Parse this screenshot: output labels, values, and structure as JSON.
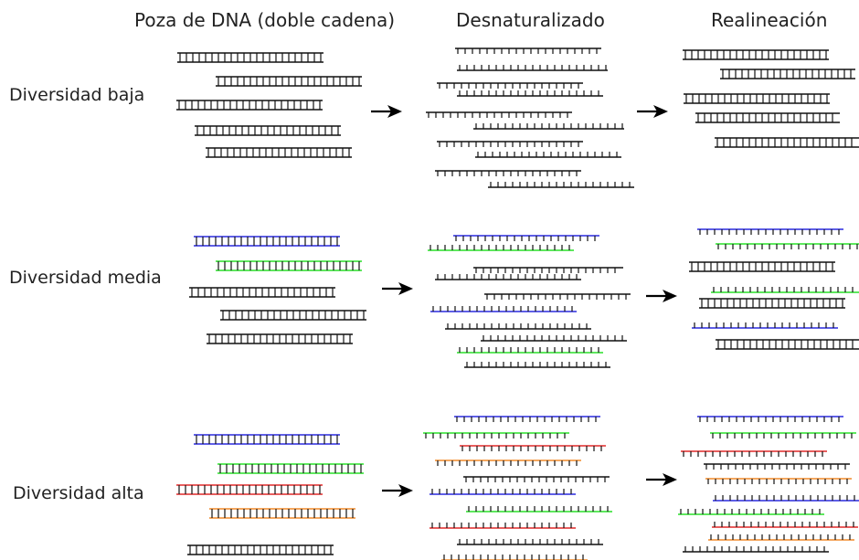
{
  "headers": {
    "pool": "Poza de DNA (doble cadena)",
    "denatured": "Desnaturalizado",
    "realign": "Realineación"
  },
  "rows": [
    {
      "label": "Diversidad baja"
    },
    {
      "label": "Diversidad media"
    },
    {
      "label": "Diversidad alta"
    }
  ],
  "colors": {
    "black": "#111111",
    "blue": "#2a2adf",
    "green": "#28e028",
    "red": "#e02828",
    "orange": "#f08a2a"
  },
  "icons": {
    "arrow": "right-arrow-icon"
  }
}
